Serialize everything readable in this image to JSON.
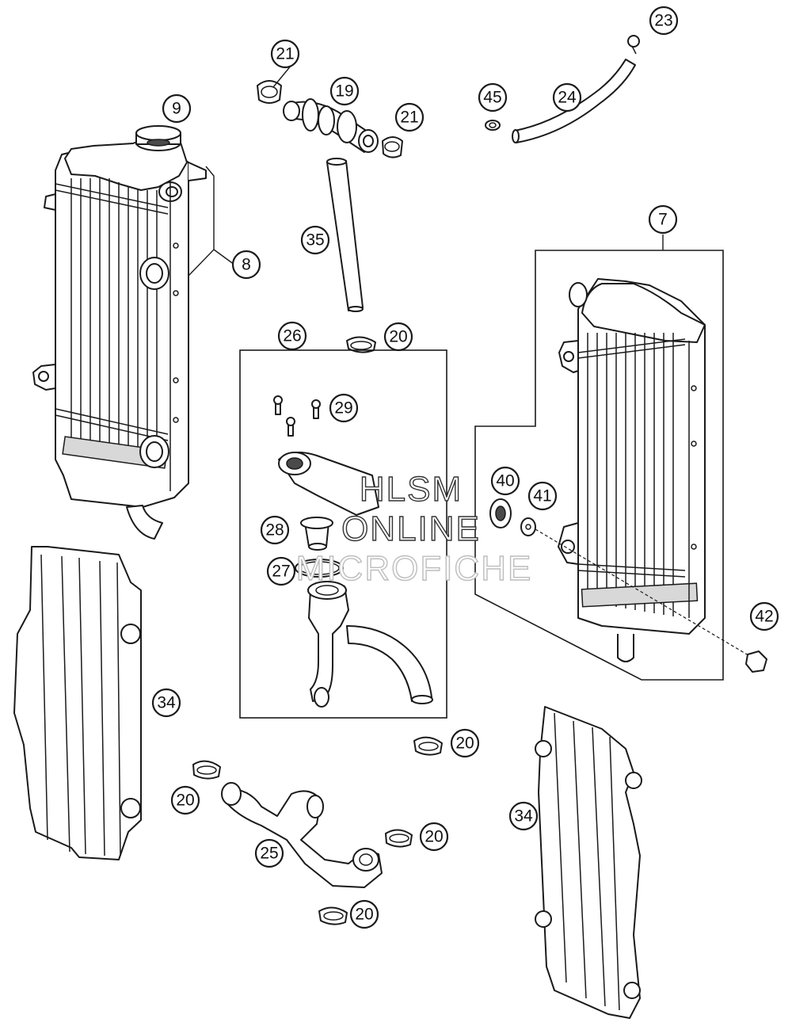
{
  "callouts": [
    {
      "label": "23"
    },
    {
      "label": "21"
    },
    {
      "label": "19"
    },
    {
      "label": "45"
    },
    {
      "label": "24"
    },
    {
      "label": "9"
    },
    {
      "label": "21"
    },
    {
      "label": "35"
    },
    {
      "label": "8"
    },
    {
      "label": "7"
    },
    {
      "label": "26"
    },
    {
      "label": "20"
    },
    {
      "label": "29"
    },
    {
      "label": "40"
    },
    {
      "label": "41"
    },
    {
      "label": "28"
    },
    {
      "label": "27"
    },
    {
      "label": "42"
    },
    {
      "label": "34"
    },
    {
      "label": "20"
    },
    {
      "label": "20"
    },
    {
      "label": "34"
    },
    {
      "label": "20"
    },
    {
      "label": "25"
    },
    {
      "label": "20"
    }
  ],
  "watermark": {
    "line1": "HLSM",
    "line2": "ONLINE",
    "line3": "MICROFICHE"
  }
}
